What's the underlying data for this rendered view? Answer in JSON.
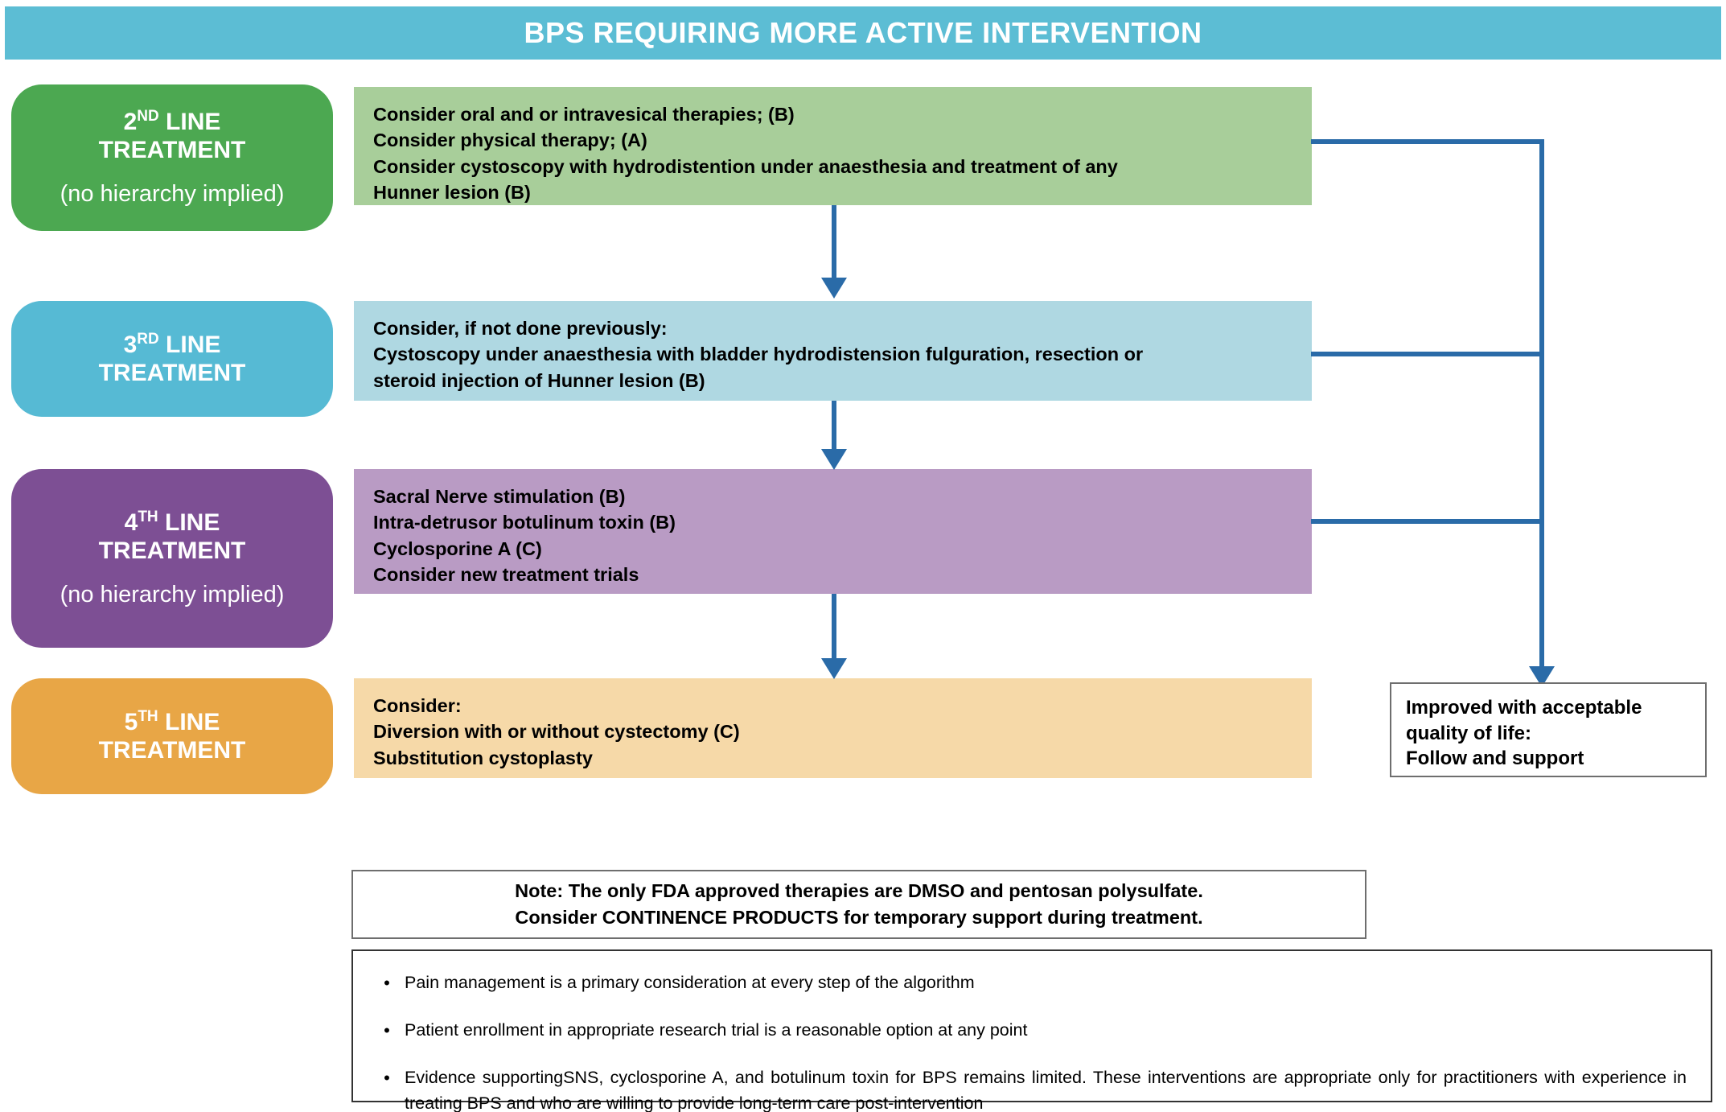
{
  "header": {
    "title": "BPS REQUIRING MORE ACTIVE INTERVENTION",
    "bg_color": "#5CBDD4",
    "text_color": "#ffffff"
  },
  "colors": {
    "connector": "#2A6BA8",
    "stage2_pill": "#4CA851",
    "stage2_panel": "#A8CE9A",
    "stage3_pill": "#56BAD4",
    "stage3_panel": "#AFD8E2",
    "stage4_pill": "#7D4F94",
    "stage4_panel": "#B99BC4",
    "stage5_pill": "#E8A646",
    "stage5_panel": "#F6D9A8"
  },
  "stages": [
    {
      "id": "second-line",
      "title_prefix": "2",
      "title_ordinal": "ND",
      "title_suffix": " LINE",
      "title_line2": "TREATMENT",
      "subtitle": "(no hierarchy implied)",
      "lines": [
        "Consider oral and or intravesical therapies; (B)",
        "Consider physical therapy; (A)",
        "Consider cystoscopy with hydrodistention under anaesthesia and treatment of any",
        "Hunner lesion (B)"
      ]
    },
    {
      "id": "third-line",
      "title_prefix": "3",
      "title_ordinal": "RD",
      "title_suffix": " LINE",
      "title_line2": "TREATMENT",
      "subtitle": "",
      "lines": [
        "Consider, if not done previously:",
        "Cystoscopy under anaesthesia with bladder hydrodistension fulguration, resection or",
        "steroid injection of Hunner lesion (B)"
      ]
    },
    {
      "id": "fourth-line",
      "title_prefix": "4",
      "title_ordinal": "TH",
      "title_suffix": " LINE",
      "title_line2": "TREATMENT",
      "subtitle": "(no hierarchy implied)",
      "lines": [
        "Sacral Nerve stimulation (B)",
        "Intra-detrusor botulinum toxin (B)",
        "Cyclosporine A (C)",
        "Consider new treatment trials"
      ]
    },
    {
      "id": "fifth-line",
      "title_prefix": "5",
      "title_ordinal": "TH",
      "title_suffix": " LINE",
      "title_line2": "TREATMENT",
      "subtitle": "",
      "lines": [
        "Consider:",
        "Diversion with or without cystectomy (C)",
        "Substitution cystoplasty"
      ]
    }
  ],
  "outcome": {
    "lines": [
      "Improved with acceptable",
      "quality of life:",
      "Follow and support"
    ]
  },
  "note": {
    "lines": [
      "Note: The only FDA approved therapies are DMSO and pentosan polysulfate.",
      "Consider CONTINENCE PRODUCTS for temporary support during treatment."
    ]
  },
  "bullets": {
    "marker": "•",
    "items": [
      "Pain management is a primary consideration at every step of the algorithm",
      "Patient enrollment in appropriate research trial is a reasonable option at any point",
      "Evidence supportingSNS, cyclosporine A, and botulinum toxin for BPS remains limited. These interventions are appropriate only for practitioners with experience in treating BPS and who are willing to provide long-term care post-intervention"
    ]
  }
}
